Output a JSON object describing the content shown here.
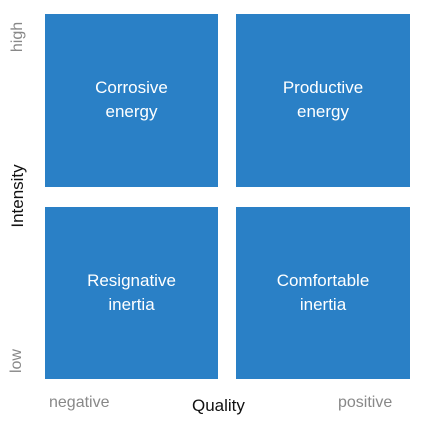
{
  "quadrants": {
    "top_left": {
      "line1": "Corrosive",
      "line2": "energy"
    },
    "top_right": {
      "line1": "Productive",
      "line2": "energy"
    },
    "bottom_left": {
      "line1": "Resignative",
      "line2": "inertia"
    },
    "bottom_right": {
      "line1": "Comfortable",
      "line2": "inertia"
    }
  },
  "x_axis": {
    "title": "Quality",
    "low_label": "negative",
    "high_label": "positive"
  },
  "y_axis": {
    "title": "Intensity",
    "low_label": "low",
    "high_label": "high"
  },
  "colors": {
    "quadrant_fill": "#2a80c6",
    "quadrant_text": "#ffffff",
    "axis_tick_text": "#888888",
    "axis_title_text": "#111111"
  }
}
